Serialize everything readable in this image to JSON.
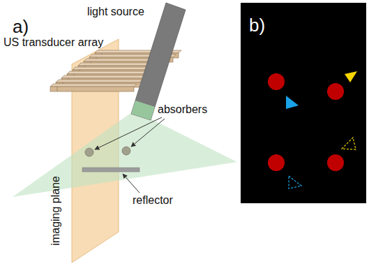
{
  "diagram": {
    "labels": [
      "a)",
      "light source",
      "US transducer array",
      "absorbers",
      "reflector",
      "imaging plane",
      "b)"
    ]
  }
}
